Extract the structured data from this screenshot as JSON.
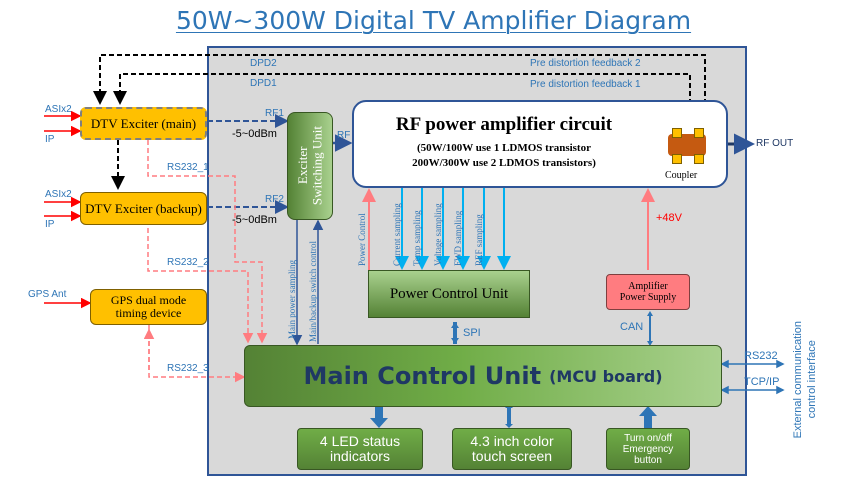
{
  "title": "50W~300W Digital TV Amplifier Diagram",
  "labels": {
    "dpd2": "DPD2",
    "dpd1": "DPD1",
    "pre_distortion_2": "Pre distortion feedback 2",
    "pre_distortion_1": "Pre distortion feedback 1",
    "asi_main": "ASIx2",
    "ip_main": "IP",
    "asi_backup": "ASIx2",
    "ip_backup": "IP",
    "gps_ant": "GPS Ant",
    "rf1": "RF1",
    "rf2": "RF2",
    "dbm1": "-5~0dBm",
    "dbm2": "-5~0dBm",
    "rf": "RF",
    "rf_out": "RF OUT",
    "rs232_1": "RS232_1",
    "rs232_2": "RS232_2",
    "rs232_3": "RS232_3",
    "v48": "+48V",
    "spi": "SPI",
    "can": "CAN",
    "rs232_ext": "RS232",
    "tcpip": "TCP/IP",
    "external": "External communication\ncontrol interface"
  },
  "blocks": {
    "dtv_main": "DTV Exciter (main)",
    "dtv_backup": "DTV Exciter (backup)",
    "gps": "GPS dual mode\ntiming device",
    "exciter_switch": "Exciter\nSwitching Unit",
    "rf_title": "RF power amplifier circuit",
    "rf_sub1": "(50W/100W use 1 LDMOS transistor",
    "rf_sub2": "200W/300W use 2 LDMOS transistors)",
    "coupler": "Coupler",
    "power_control": "Power Control Unit",
    "amp_supply": "Amplifier\nPower Supply",
    "mcu_main": "Main Control Unit",
    "mcu_sub": "(MCU board)",
    "led": "4 LED status\nindicators",
    "touch": "4.3 inch color\ntouch screen",
    "turn": "Turn on/off\nEmergency\nbutton"
  },
  "vertical_labels": {
    "main_power_sampling": "Main power sampling",
    "main_backup_switch": "Main/backup switch control",
    "power_control": "Power Control",
    "current_sampling": "Current sampling",
    "temp_sampling": "Temp sampling",
    "voltage_sampling": "Voltage sampling",
    "fwd_sampling": "FWD sampling",
    "ref_sampling": "REF sampling"
  },
  "colors": {
    "accent_blue": "#2e75b6",
    "border_blue": "#2f5597",
    "orange_block": "#ffc000",
    "green_dark": "#548235",
    "green_light": "#a9d18e",
    "power_red": "#ff7c80",
    "coupler_orange": "#c55a11",
    "red_arrow": "#ff0000"
  }
}
